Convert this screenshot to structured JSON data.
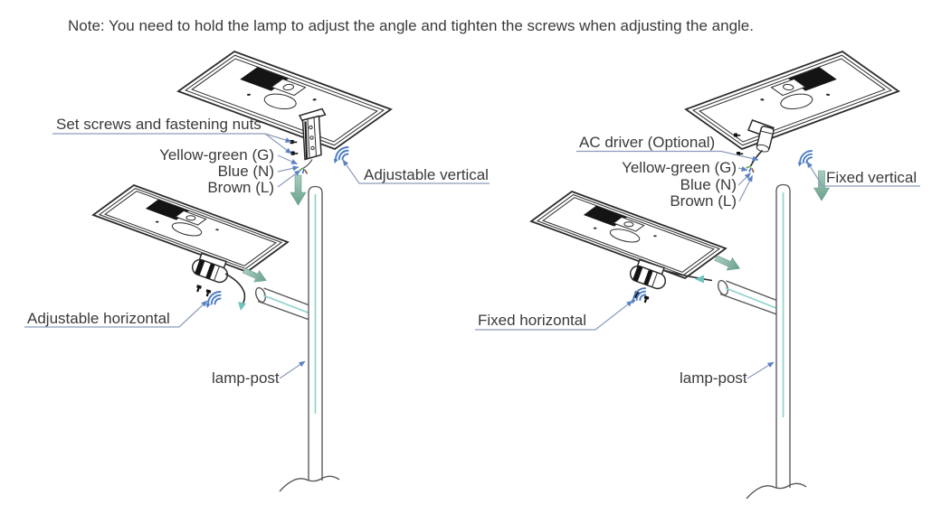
{
  "note": "Note: You need to hold the lamp to adjust the angle and tighten the screws when adjusting the angle.",
  "left_diagram": {
    "title_semantic": "adjustable mounting",
    "labels": {
      "set_screws": "Set screws and fastening nuts",
      "wire_green": "Yellow-green (G)",
      "wire_blue": "Blue (N)",
      "wire_brown": "Brown (L)",
      "vertical": "Adjustable vertical",
      "horizontal": "Adjustable horizontal",
      "lamp_post": "lamp-post"
    }
  },
  "right_diagram": {
    "title_semantic": "fixed mounting",
    "labels": {
      "ac_driver": "AC driver (Optional)",
      "wire_green": "Yellow-green (G)",
      "wire_blue": "Blue (N)",
      "wire_brown": "Brown (L)",
      "vertical": "Fixed vertical",
      "horizontal": "Fixed horizontal",
      "lamp_post": "lamp-post"
    }
  },
  "colors": {
    "ink": "#2c2c2c",
    "text": "#3a3a3a",
    "direction_arrow_green": "#84b3a1",
    "rotation_arrow_blue": "#4e7dc1",
    "cable_arrow_teal": "#6fc2bd",
    "pole_highlight_teal": "#8ed1cb",
    "leader_line": "#8b9cba",
    "wire_yellow_green": "#6aa63e",
    "wire_blue": "#3f6cc9",
    "wire_brown": "#8a5a33"
  }
}
